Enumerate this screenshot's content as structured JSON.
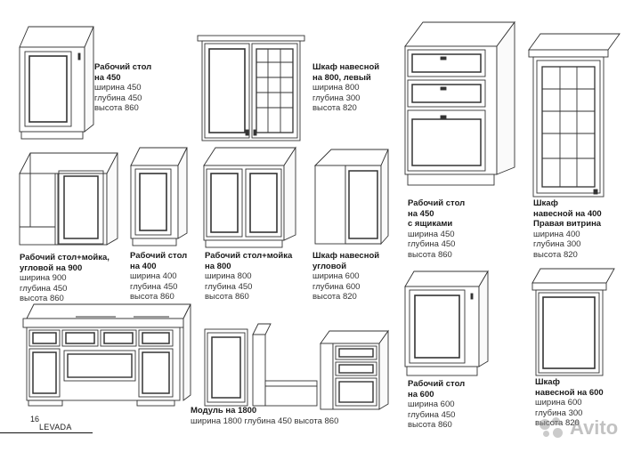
{
  "items": [
    {
      "id": "rabochiy-450",
      "title": [
        "Рабочий стол",
        "на 450"
      ],
      "dims": [
        "ширина 450",
        "глубина 450",
        "высота  860"
      ]
    },
    {
      "id": "shkaf-800-left",
      "title": [
        "Шкаф навесной",
        "на 800, левый"
      ],
      "dims": [
        "ширина 800",
        "глубина 300",
        "высота  820"
      ]
    },
    {
      "id": "rabochiy-450-drawers",
      "title": [
        "Рабочий стол",
        "на 450",
        "с ящиками"
      ],
      "dims": [
        "ширина 450",
        "глубина 450",
        "высота  860"
      ]
    },
    {
      "id": "shkaf-400-vitrina",
      "title": [
        "Шкаф",
        "навесной на 400",
        "Правая витрина"
      ],
      "dims": [
        "ширина 400",
        "глубина 300",
        "высота  820"
      ]
    },
    {
      "id": "moyka-corner-900",
      "title": [
        "Рабочий стол+мойка,",
        "угловой на 900"
      ],
      "dims": [
        "ширина 900",
        "глубина 450",
        "высота  860"
      ]
    },
    {
      "id": "rabochiy-400",
      "title": [
        "Рабочий стол",
        "на 400"
      ],
      "dims": [
        "ширина 400",
        "глубина 450",
        "высота  860"
      ]
    },
    {
      "id": "moyka-800",
      "title": [
        "Рабочий стол+мойка",
        "на 800"
      ],
      "dims": [
        "ширина 800",
        "глубина 450",
        "высота  860"
      ]
    },
    {
      "id": "shkaf-corner",
      "title": [
        "Шкаф навесной",
        "угловой"
      ],
      "dims": [
        "ширина 600",
        "глубина 600",
        "высота  820"
      ]
    },
    {
      "id": "modul-1800",
      "title": [
        "Модуль на 1800"
      ],
      "dims": [
        "ширина 1800 глубина 450 высота 860"
      ]
    },
    {
      "id": "rabochiy-600",
      "title": [
        "Рабочий стол",
        "на 600"
      ],
      "dims": [
        "ширина 600",
        "глубина 450",
        "высота  860"
      ]
    },
    {
      "id": "shkaf-600",
      "title": [
        "Шкаф",
        "навесной на 600"
      ],
      "dims": [
        "ширина 600",
        "глубина 300",
        "высота  820"
      ]
    }
  ],
  "footer": {
    "page": "16",
    "brand": "LEVADA"
  },
  "watermark": "Avito"
}
